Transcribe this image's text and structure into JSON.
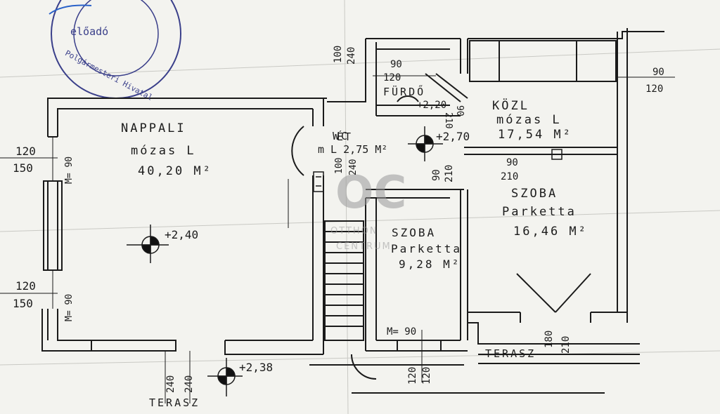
{
  "stamp": {
    "seller": "előadó",
    "office": "Polgármesteri Hivatal"
  },
  "watermark": {
    "logo": "OC",
    "line1": "OTTHON",
    "line2": "CENTRUM"
  },
  "rooms": {
    "nappali": {
      "name": "NAPPALI",
      "floor": "mózas L",
      "area": "40,20 M²"
    },
    "furdo": {
      "name": "FÜRDŐ"
    },
    "wc": {
      "name": "WC"
    },
    "etkezo": {
      "name": "ÉT",
      "area": "m L 2,75 M²"
    },
    "kozl": {
      "name": "KÖZL",
      "floor": "mózas L",
      "area": "17,54 M²"
    },
    "szoba_small": {
      "name": "SZOBA",
      "floor": "Parketta",
      "area": "9,28 M²"
    },
    "szoba_large": {
      "name": "SZOBA",
      "floor": "Parketta",
      "area": "16,46 M²"
    },
    "terasz_left": {
      "name": "TERASZ"
    },
    "terasz_right": {
      "name": "TERASZ"
    }
  },
  "levels": {
    "nappali": "+2,40",
    "kozl": "+2,70",
    "terasz": "+2,38",
    "furdo": "+2,20"
  },
  "dimensions": {
    "d120a": "120",
    "d150a": "150",
    "d120b": "120",
    "d150b": "150",
    "m90a": "M= 90",
    "m90b": "M= 90",
    "m90c": "M= 90",
    "d100": "100",
    "d240a": "240",
    "d90a": "90",
    "d120c": "120",
    "d90b": "90",
    "d120d": "120",
    "d90c": "90",
    "d210a": "210",
    "d90d": "90",
    "d210b": "210",
    "d90e": "90",
    "d210c": "210",
    "d100b": "100",
    "d240b": "240",
    "d240c": "240",
    "d240d": "240",
    "d120e": "120",
    "d120f": "120",
    "d180": "180",
    "d210d": "210"
  }
}
